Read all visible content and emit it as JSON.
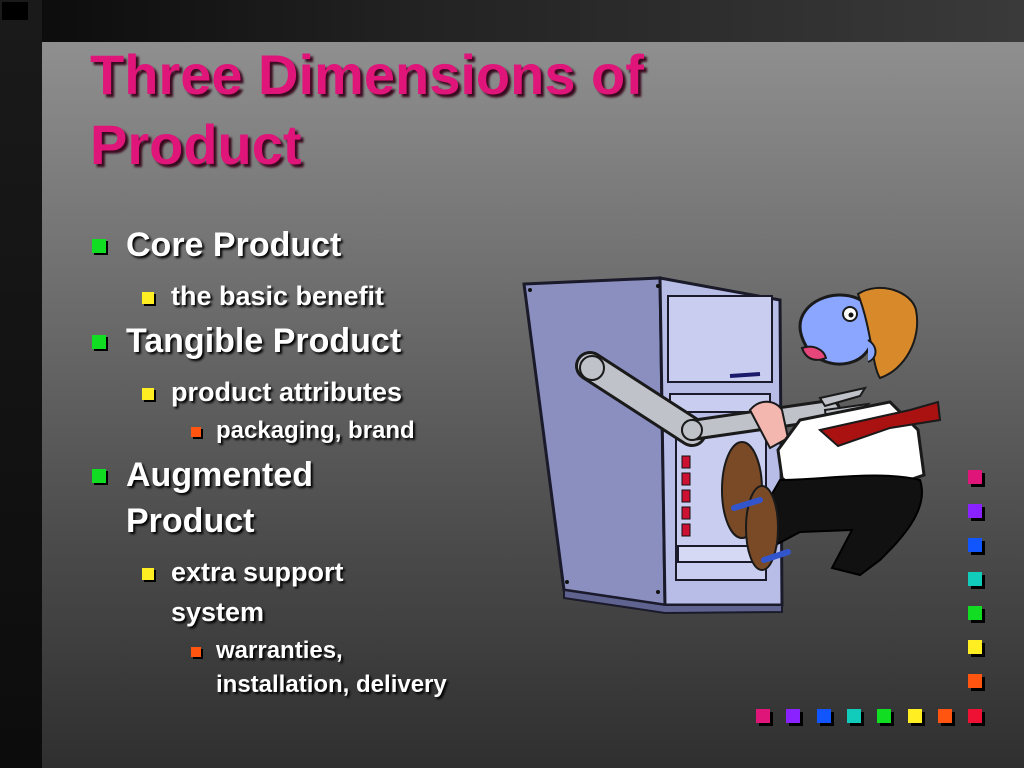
{
  "slide": {
    "title_line1": "Three Dimensions of",
    "title_line2": "Product"
  },
  "bullets": [
    {
      "level": 1,
      "lines": [
        "Core Product"
      ]
    },
    {
      "level": 2,
      "lines": [
        "the basic benefit"
      ]
    },
    {
      "level": 1,
      "lines": [
        "Tangible Product"
      ]
    },
    {
      "level": 2,
      "lines": [
        "product attributes"
      ]
    },
    {
      "level": 3,
      "lines": [
        "packaging, brand"
      ]
    },
    {
      "level": 1,
      "lines": [
        "Augmented",
        "Product"
      ]
    },
    {
      "level": 2,
      "lines": [
        "extra support",
        "system"
      ]
    },
    {
      "level": 3,
      "lines": [
        "warranties,",
        "installation, delivery"
      ]
    }
  ],
  "colors": {
    "title": "#e0157a",
    "bullet_level1": "#11dd22",
    "bullet_level2": "#ffee22",
    "bullet_level3": "#ff5511"
  },
  "decorative_squares": {
    "vertical_column": [
      "#e0157a",
      "#8a22ff",
      "#1155ff",
      "#11ccbb",
      "#11dd22",
      "#ffee22",
      "#ff5511"
    ],
    "bottom_row": [
      "#e0157a",
      "#8a22ff",
      "#1155ff",
      "#11ccbb",
      "#11dd22",
      "#ffee22",
      "#ff5511",
      "#ee1133"
    ]
  },
  "clipart": {
    "icon": "computer-grabbing-man-icon"
  }
}
